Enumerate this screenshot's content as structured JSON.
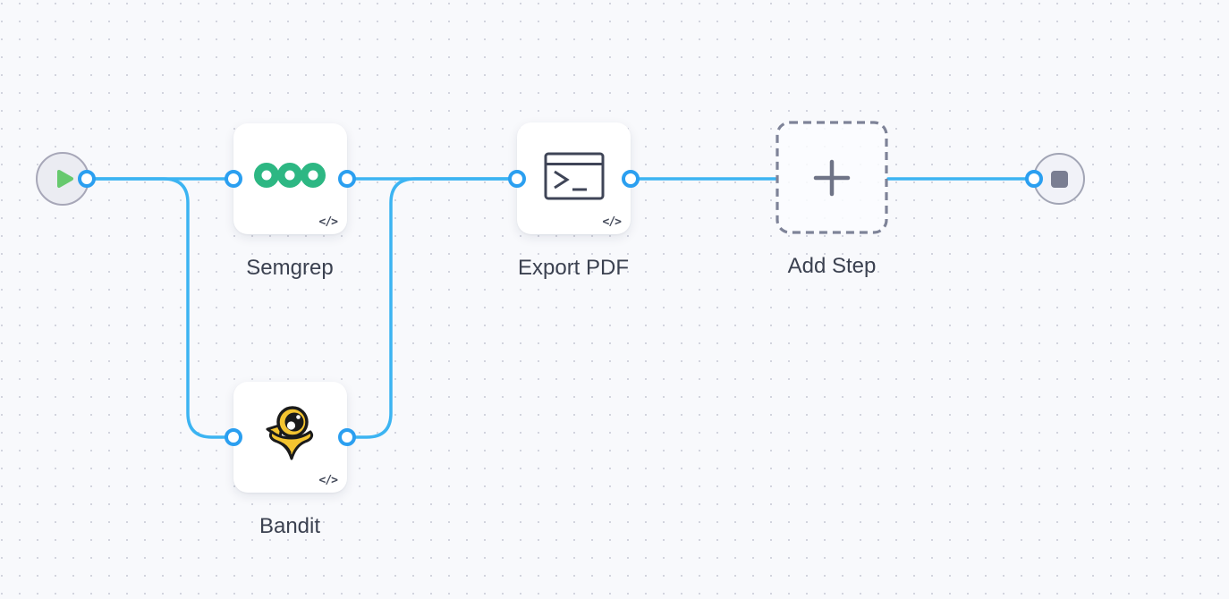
{
  "canvas": {
    "type": "workflow-editor",
    "colors": {
      "background": "#f8f9fc",
      "grid_dot": "#d2d4de",
      "edge_blue": "#3cb4f2",
      "port_blue": "#2b9ff0",
      "label_text": "#3b4150",
      "semgrep_green": "#2db783",
      "bandit_yellow": "#f4c430",
      "play_green": "#67c96e",
      "stop_gray": "#7a7e92",
      "dashed_border": "#7e8398"
    }
  },
  "workflow": {
    "start_node": {
      "id": "start",
      "icon": "play-icon"
    },
    "end_node": {
      "id": "end",
      "icon": "stop-icon"
    },
    "steps": [
      {
        "id": "semgrep",
        "label": "Semgrep",
        "icon": "semgrep-logo",
        "badge": "</>"
      },
      {
        "id": "bandit",
        "label": "Bandit",
        "icon": "bandit-logo",
        "badge": "</>"
      },
      {
        "id": "export_pdf",
        "label": "Export PDF",
        "icon": "terminal-icon",
        "badge": "</>"
      },
      {
        "id": "add_step",
        "label": "Add Step",
        "icon": "plus-icon",
        "placeholder": true
      }
    ],
    "edges": [
      {
        "from": "start",
        "to": "semgrep"
      },
      {
        "from": "start",
        "to": "bandit"
      },
      {
        "from": "semgrep",
        "to": "export_pdf"
      },
      {
        "from": "bandit",
        "to": "export_pdf"
      },
      {
        "from": "export_pdf",
        "to": "add_step"
      },
      {
        "from": "add_step",
        "to": "end"
      }
    ]
  }
}
